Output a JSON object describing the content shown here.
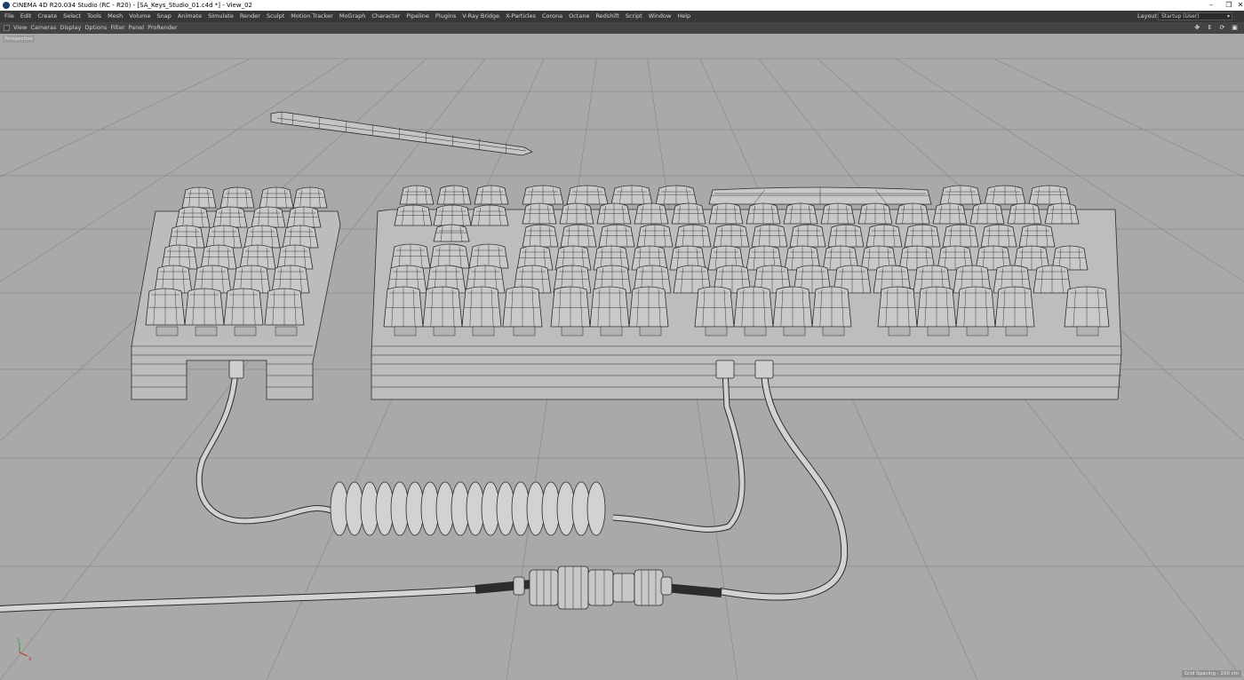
{
  "window": {
    "title": "CINEMA 4D R20.034 Studio (RC - R20) - [SA_Keys_Studio_01.c4d *] - View_02",
    "controls": {
      "minimize": "–",
      "restore": "❐",
      "close": "✕"
    }
  },
  "menubar": {
    "items": [
      "File",
      "Edit",
      "Create",
      "Select",
      "Tools",
      "Mesh",
      "Volume",
      "Snap",
      "Animate",
      "Simulate",
      "Render",
      "Sculpt",
      "Motion Tracker",
      "MoGraph",
      "Character",
      "Pipeline",
      "Plugins",
      "V-Ray Bridge",
      "X-Particles",
      "Corona",
      "Octane",
      "Redshift",
      "Script",
      "Window",
      "Help"
    ],
    "layout_label": "Layout:",
    "layout_value": "Startup (User)"
  },
  "viewbar": {
    "items": [
      "View",
      "Cameras",
      "Display",
      "Options",
      "Filter",
      "Panel",
      "ProRender"
    ]
  },
  "viewport": {
    "view_name": "Perspective",
    "grid_spacing": "Grid Spacing : 100 cm",
    "axis_y": "y",
    "axis_x": "x"
  },
  "colors": {
    "background": "#a9a9a9",
    "menubar": "#373737",
    "viewbar": "#444444",
    "wire": "#2a2a2a",
    "model_fill": "#bdbdbd",
    "grid_line": "#8a8a8a"
  },
  "icons": {
    "app": "cinema4d-logo-icon",
    "nav": [
      "move-view-icon",
      "zoom-view-icon",
      "rotate-view-icon",
      "maximize-view-icon"
    ]
  }
}
